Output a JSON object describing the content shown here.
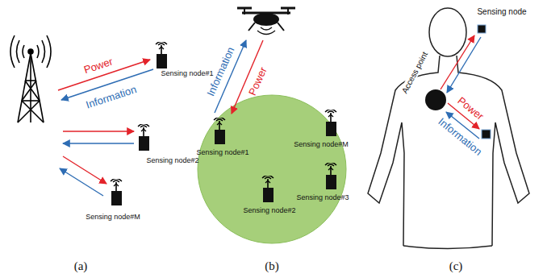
{
  "diagram": {
    "labels": [
      "Power",
      "Information",
      "Sensing node#1",
      "Sensing node#2",
      "Sensing node#M",
      "(a)",
      "Information",
      "Power",
      "Sensing node#1",
      "Sensing node#M",
      "Sensing node#2",
      "Sensing node#3",
      "(b)",
      "Sensing node",
      "Access point",
      "Power",
      "Information",
      "(c)"
    ]
  }
}
